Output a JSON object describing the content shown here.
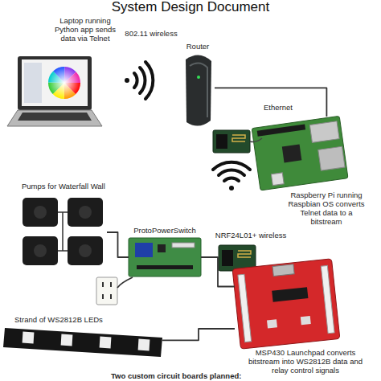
{
  "diagram": {
    "title": "System Design Document",
    "nodes": [
      {
        "text": [
          "Laptop running Python app sends data via Telnet"
        ]
      },
      {
        "text": [
          "Router"
        ]
      },
      {
        "text": [
          "Raspberry Pi running Raspbian OS converts Telnet data to a bitstream"
        ]
      },
      {
        "text": [
          "Pumps for Waterfall Wall"
        ]
      },
      {
        "text": [
          "ProtoPowerSwitch"
        ]
      },
      {
        "text": [
          "MSP430 Launchpad converts bitstream into WS2812B data and relay control signals"
        ]
      },
      {
        "text": [
          "Strand of WS2812B LEDs"
        ]
      }
    ],
    "edges": [
      {
        "from": 1,
        "to": 2,
        "arrow": "none",
        "label": "Ethernet"
      },
      {
        "from": 3,
        "to": 4,
        "arrow": "none"
      },
      {
        "from": 4,
        "to": 5,
        "arrow": "none"
      },
      {
        "from": 6,
        "to": 5,
        "arrow": "none"
      }
    ],
    "labels": [
      "802.11 wireless",
      "NRF24L01+ wireless",
      "Two custom circuit boards planned:"
    ]
  }
}
